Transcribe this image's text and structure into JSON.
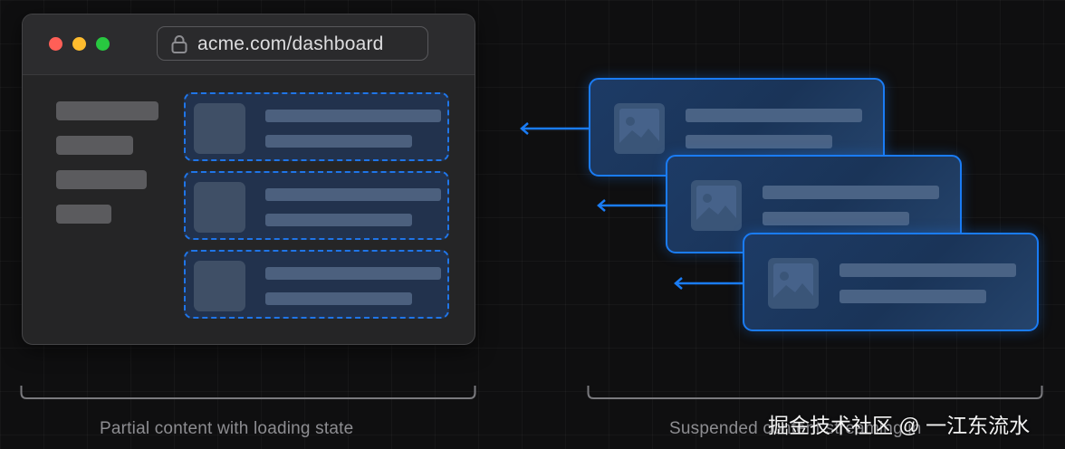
{
  "browser": {
    "url": "acme.com/dashboard",
    "traffic_lights": {
      "close": "#ff5f57",
      "minimize": "#febc2e",
      "maximize": "#28c840"
    },
    "sidebar_placeholders": 4,
    "loading_slots": 3
  },
  "streaming_cards": 3,
  "captions": {
    "left": "Partial content with loading state",
    "right": "Suspended content streaming in"
  },
  "watermark": "掘金技术社区 @ 一江东流水",
  "colors": {
    "accent": "#1a7cf5",
    "background": "#0f0f10",
    "window": "#252526"
  }
}
